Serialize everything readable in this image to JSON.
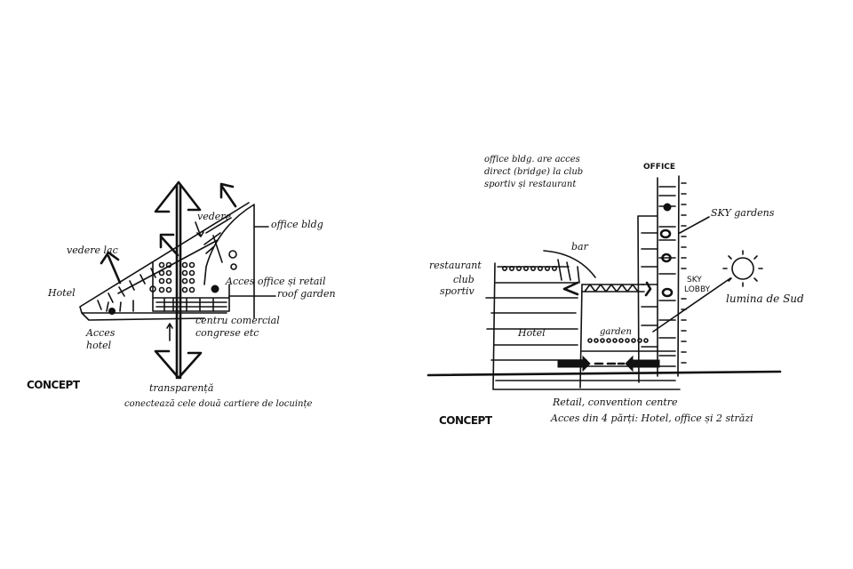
{
  "left_sketch": {
    "title": "CONCEPT",
    "labels": {
      "vedere_lac": "vedere lac",
      "vedere": "vedere",
      "office_bldg": "office bldg",
      "acces_office": "Acces office și retail",
      "roof_garden": "roof garden",
      "hotel": "Hotel",
      "acces_hotel_1": "Acces",
      "acces_hotel_2": "hotel",
      "centru_1": "centru comercial",
      "centru_2": "congrese etc",
      "transparenta": "transparență",
      "conecteaza": "conectează cele două cartiere de locuințe"
    }
  },
  "right_sketch": {
    "title": "CONCEPT",
    "labels": {
      "note_1": "office bldg. are acces",
      "note_2": "direct (bridge) la club",
      "note_3": "sportiv și restaurant",
      "office": "OFFICE",
      "sky_gardens": "SKY gardens",
      "bar": "bar",
      "restaurant": "restaurant",
      "club": "club",
      "sportiv": "sportiv",
      "sky": "SKY",
      "lobby": "LOBBY",
      "lumina": "lumina de Sud",
      "hotel": "Hotel",
      "garden": "garden",
      "retail": "Retail, convention centre",
      "acces": "Acces din 4 părți: Hotel, office și 2 străzi"
    }
  }
}
